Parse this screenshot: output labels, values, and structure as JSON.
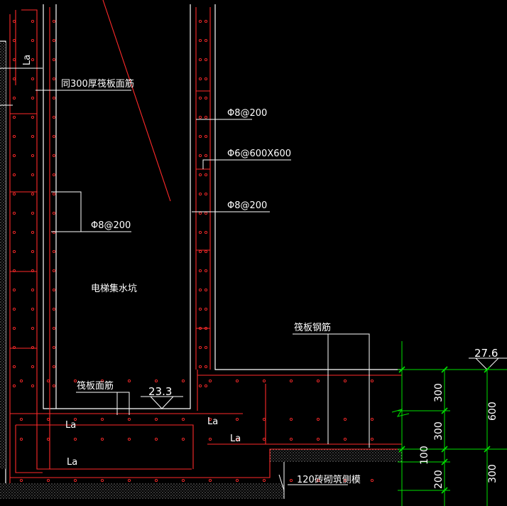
{
  "annotations": {
    "raft_top_rebar_300": "同300厚筏板面筋",
    "rebar_phi8_200_a": "Φ8@200",
    "rebar_phi6_600x600": "Φ6@600X600",
    "rebar_phi8_200_b": "Φ8@200",
    "rebar_phi8_200_left": "Φ8@200",
    "pit_name": "电梯集水坑",
    "raft_rebar": "筏板钢筋",
    "raft_top_rebar": "筏板面筋",
    "brick_wall": "120砖砌筑侧模"
  },
  "anchorage": {
    "la_top_left": "La",
    "la_bottom_1": "La",
    "la_bottom_2": "La",
    "la_mid": "La",
    "la_right": "La"
  },
  "elevations": {
    "pit_bottom": "23.3",
    "raft_top": "27.6"
  },
  "dimensions": {
    "d1": "300",
    "d2": "300",
    "d3": "100",
    "d4": "200",
    "d5": "600",
    "d6": "300"
  },
  "colors": {
    "background": "#000000",
    "concrete_outline": "#ffffff",
    "rebar": "#ff2a2a",
    "dimension": "#00e000",
    "leader": "#ffffff"
  }
}
